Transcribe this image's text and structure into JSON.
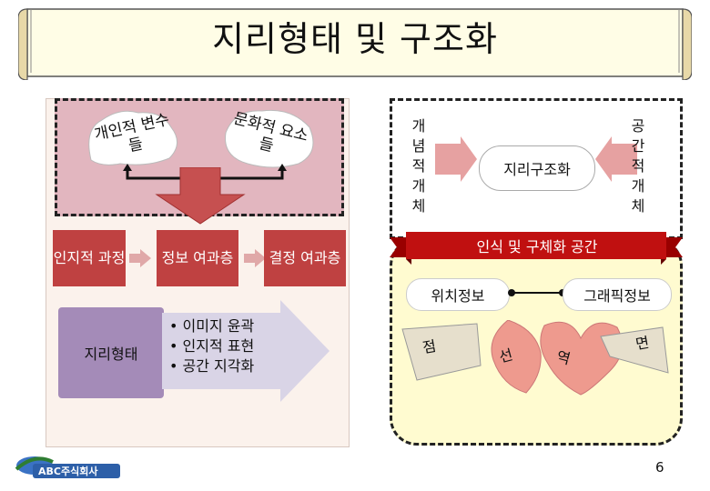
{
  "title": "지리형태 및 구조화",
  "left": {
    "cloud_individual": "개인적 변수들",
    "cloud_cultural": "문화적 요소들",
    "cognitive_process": "인지적 과정",
    "info_filter": "정보 여과층",
    "decision_filter": "결정 여과층",
    "geo_form": "지리형태",
    "bullets": [
      "이미지 윤곽",
      "인지적 표현",
      "공간 지각화"
    ]
  },
  "right": {
    "conceptual_entity": "개념적개체",
    "geo_structuring": "지리구조화",
    "spatial_entity": "공간적개체",
    "ribbon": "인식 및 구체화 공간",
    "location_info": "위치정보",
    "graphic_info": "그래픽정보",
    "point": "점",
    "line": "선",
    "region": "역",
    "area": "면"
  },
  "logo_text": "ABC주식회사",
  "page_number": "6",
  "colors": {
    "red_box": "#bf4141",
    "purple_box": "#a48bb8",
    "pink_area": "#e2b6bf",
    "yellow_area": "#fffbd0",
    "ribbon": "#c01010"
  }
}
